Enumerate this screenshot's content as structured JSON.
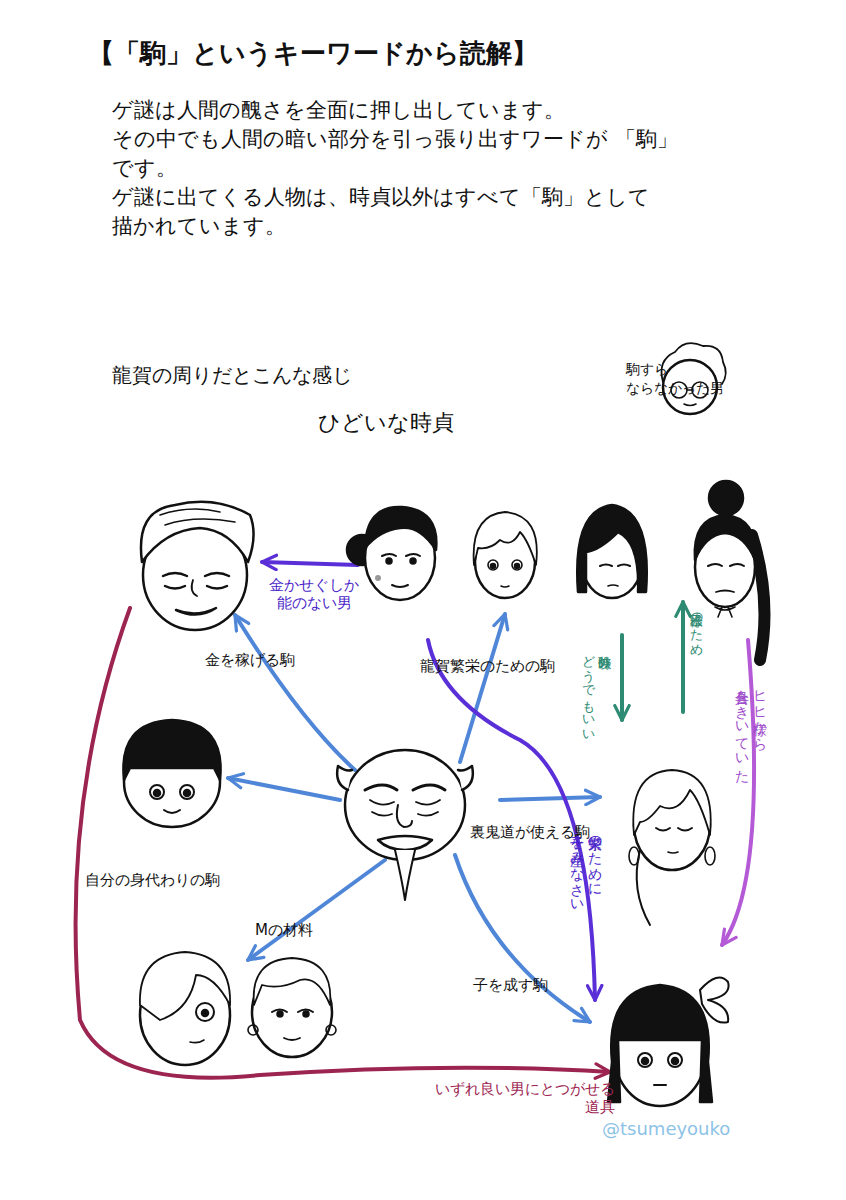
{
  "diagram": {
    "title": "【「駒」というキーワードから読解】",
    "labels": [
      "ゲ謎は人間の醜さを全面に押し出しています。 その中でも人間の暗い部分を引っ張り出すワードが 「駒」です。",
      "ゲ謎に出てくる人物は、時貞以外はすべて「駒」として 描かれています。",
      "龍賀の周りだとこんな感じ",
      "ひどいな時貞",
      "駒すら ならなかった男",
      "金かせぐしか 能のない男",
      "金を稼げる駒",
      "龍賀繁栄のための駒",
      "時弥以外 どうでもいい",
      "乙米様のため",
      "ヒヒ様から 具合をきいていた",
      "裏鬼道が使える駒",
      "自分の身代わりの駒",
      "Mの材料",
      "繁栄のために 子を産みなさい",
      "子を成す駒",
      "いずれ良い男にとつがせる 道具",
      "@tsumeyouko"
    ]
  }
}
